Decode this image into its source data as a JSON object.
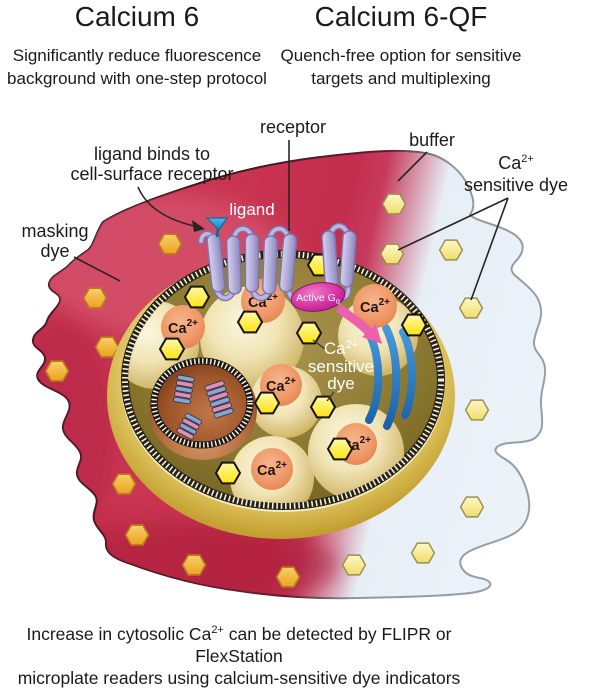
{
  "header": {
    "left": {
      "title": "Calcium 6",
      "subtitle_line1": "Significantly reduce fluorescence",
      "subtitle_line2": "background with one-step protocol"
    },
    "right": {
      "title": "Calcium 6-QF",
      "subtitle_line1": "Quench-free option for sensitive",
      "subtitle_line2": "targets and multiplexing"
    }
  },
  "diagram": {
    "labels": {
      "receptor": "receptor",
      "buffer": "buffer",
      "ligand": "ligand",
      "ligand_binds_1": "ligand binds to",
      "ligand_binds_2": "cell-surface receptor",
      "masking_1": "masking",
      "masking_2": "dye",
      "ca_base": "Ca",
      "ca_sup": "2+",
      "sensitive_dye": "sensitive dye",
      "cell_dye_2": "sensitive",
      "cell_dye_3": "dye",
      "active_g": "Active G",
      "active_g_sub": "q"
    },
    "colors": {
      "masking_dye_red": "#c43050",
      "buffer_blue": "#e9f1f8",
      "cytoplasm_olive": "#8a772f",
      "membrane_gold": "#c9a52e",
      "ca_circle_orange": "#f09a6a",
      "dye_hexagon_yellow": "#ffe214",
      "masking_hexagon_orange": "#eda227",
      "receptor_lavender": "#b4aeda",
      "active_gq_magenta": "#d936a4",
      "er_blue": "#2f7fc1",
      "arrow_pink": "#ee5fae"
    }
  },
  "footer": {
    "caption_1_pre": "Increase in cytosolic Ca",
    "caption_1_sup": "2+",
    "caption_1_post": " can be detected by FLIPR or FlexStation",
    "caption_2": "microplate readers using calcium-sensitive dye indicators"
  }
}
